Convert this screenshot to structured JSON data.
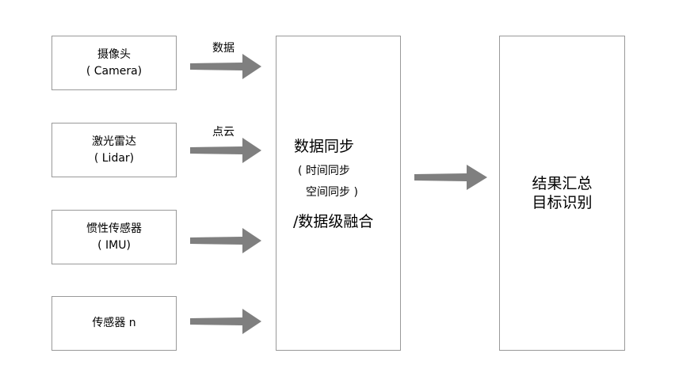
{
  "sources": [
    {
      "line1": "摄像头",
      "line2": "( Camera)"
    },
    {
      "line1": "激光雷达",
      "line2": "( Lidar)"
    },
    {
      "line1": "惯性传感器",
      "line2": "( IMU)"
    },
    {
      "line1": "传感器 n",
      "line2": ""
    }
  ],
  "edge_labels": {
    "camera": "数据",
    "lidar": "点云"
  },
  "fusion": {
    "title": "数据同步",
    "sub1": "( 时间同步",
    "sub2": "空间同步 )",
    "subtitle": "/数据级融合"
  },
  "result": {
    "line1": "结果汇总",
    "line2": "目标识别"
  },
  "colors": {
    "arrow": "#7f7f7f",
    "border": "#999999"
  }
}
